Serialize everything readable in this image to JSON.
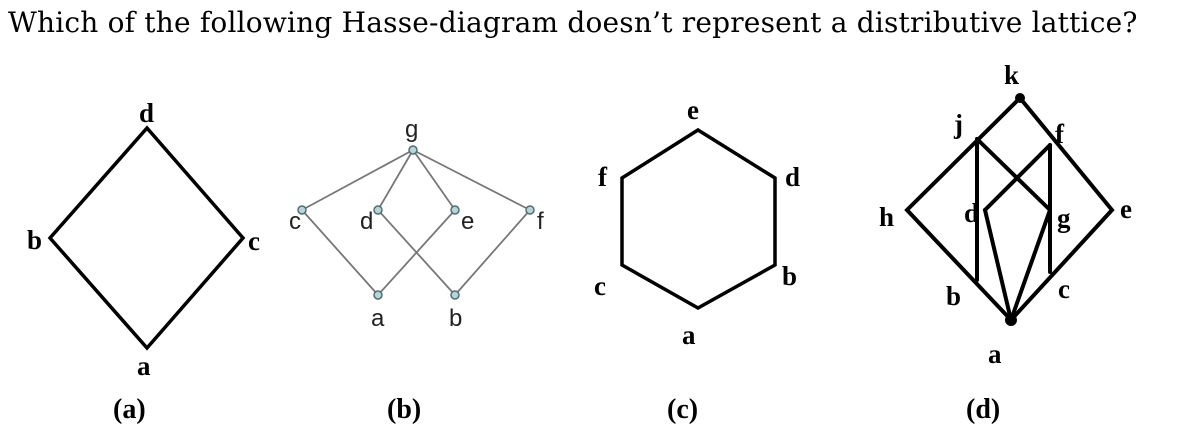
{
  "question": "Which of the following Hasse-diagram doesn’t represent a distributive lattice?",
  "diagrams": [
    {
      "caption": "(a)",
      "nodes": [
        "d",
        "b",
        "c",
        "a"
      ]
    },
    {
      "caption": "(b)",
      "nodes": [
        "g",
        "c",
        "d",
        "e",
        "f",
        "a",
        "b"
      ]
    },
    {
      "caption": "(c)",
      "nodes": [
        "e",
        "f",
        "d",
        "c",
        "b",
        "a"
      ]
    },
    {
      "caption": "(d)",
      "nodes": [
        "k",
        "j",
        "f",
        "h",
        "d",
        "g",
        "e",
        "b",
        "c",
        "a"
      ]
    }
  ],
  "colors": {
    "thick_edge": "#000000",
    "thin_edge": "#777777",
    "node_fill": "#b9d3d6",
    "node_stroke": "#4e6f73"
  }
}
